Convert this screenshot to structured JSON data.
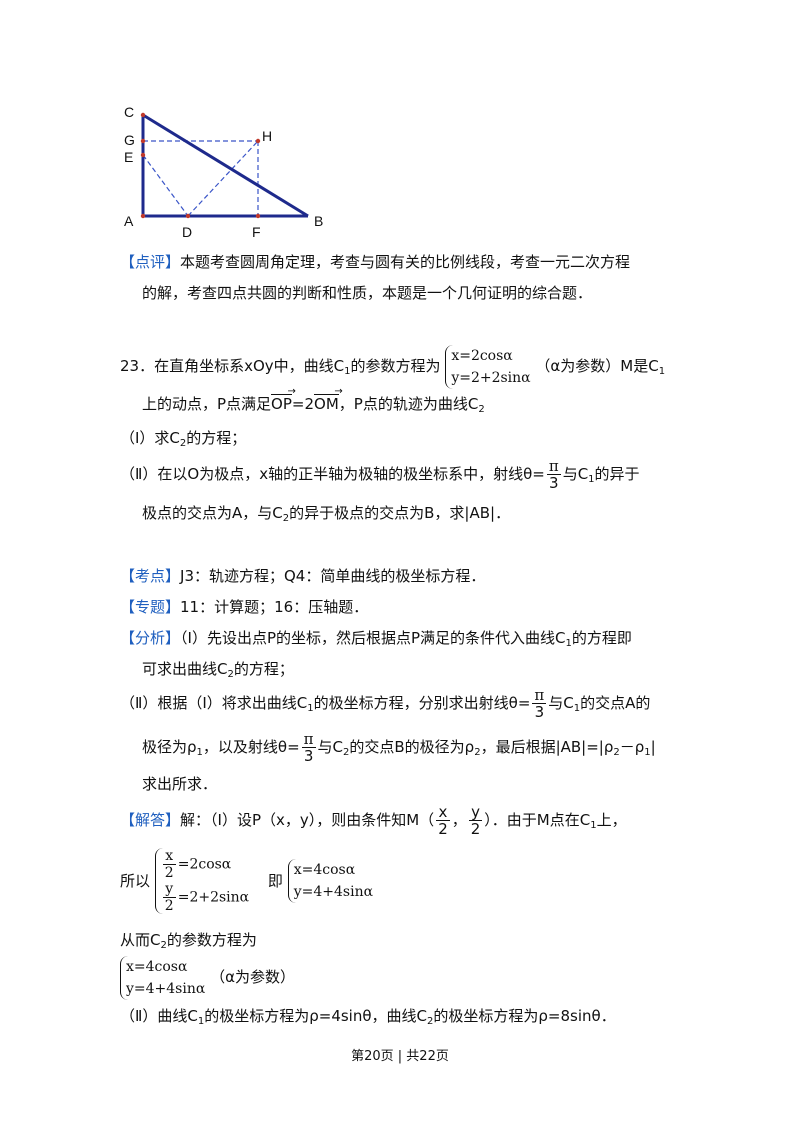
{
  "diagram": {
    "labels": {
      "C": "C",
      "G": "G",
      "E": "E",
      "A": "A",
      "D": "D",
      "F": "F",
      "B": "B",
      "H": "H"
    },
    "line_color": "#1e2a8c",
    "dashed_color": "#3a55c8",
    "point_color": "#c0392b"
  },
  "review": {
    "tag": "【点评】",
    "line1": "本题考查圆周角定理，考查与圆有关的比例线段，考查一元二次方程",
    "line2": "的解，考查四点共圆的判断和性质，本题是一个几何证明的综合题．"
  },
  "q23": {
    "number": "23．",
    "intro": "在直角坐标系xOy中，曲线C",
    "intro_sub": "1",
    "intro2": "的参数方程为",
    "eq1": "x=2cosα",
    "eq2": "y=2+2sinα",
    "after_eq": "（α为参数）M是C",
    "after_eq_sub": "1",
    "line2a": "上的动点，P点满足",
    "vec_op": "OP",
    "eq_sign": "=2",
    "vec_om": "OM",
    "line2b": "，P点的轨迹为曲线C",
    "line2b_sub": "2",
    "part1": "（Ⅰ）求C",
    "part1_sub": "2",
    "part1b": "的方程；",
    "part2a": "（Ⅱ）在以O为极点，x轴的正半轴为极轴的极坐标系中，射线θ=",
    "pi": "π",
    "three": "3",
    "part2b": "与C",
    "part2b_sub": "1",
    "part2c": "的异于",
    "part2d": "极点的交点为A，与C",
    "part2d_sub": "2",
    "part2e": "的异于极点的交点为B，求|AB|．"
  },
  "kaodian": {
    "tag": "【考点】",
    "text": "J3：轨迹方程；Q4：简单曲线的极坐标方程．"
  },
  "zhuanti": {
    "tag": "【专题】",
    "text": "11：计算题；16：压轴题．"
  },
  "fenxi": {
    "tag": "【分析】",
    "l1a": "（Ⅰ）先设出点P的坐标，然后根据点P满足的条件代入曲线C",
    "l1_sub": "1",
    "l1b": "的方程即",
    "l2a": "可求出曲线C",
    "l2_sub": "2",
    "l2b": "的方程；",
    "l3a": "（Ⅱ）根据（Ⅰ）将求出曲线C",
    "l3_sub": "1",
    "l3b": "的极坐标方程，分别求出射线θ=",
    "l3c": "与C",
    "l3c_sub": "1",
    "l3d": "的交点A的",
    "l4a": "极径为ρ",
    "l4a_sub": "1",
    "l4b": "，以及射线θ=",
    "l4c": "与C",
    "l4c_sub": "2",
    "l4d": "的交点B的极径为ρ",
    "l4d_sub": "2",
    "l4e": "，最后根据|AB|=|ρ",
    "l4e_sub": "2",
    "l4f": "－ρ",
    "l4f_sub": "1",
    "l4g": "|",
    "l5": "求出所求．"
  },
  "jieda": {
    "tag": "【解答】",
    "l1a": "解：（Ⅰ）设P（x，y），则由条件知M（",
    "x": "x",
    "y": "y",
    "two": "2",
    "comma": "，",
    "l1b": "）．由于M点在C",
    "l1_sub": "1",
    "l1c": "上，",
    "suoyi": "所以",
    "s1": "=2cosα",
    "s2": "=2+2sinα",
    "ji": "即",
    "t1": "x=4cosα",
    "t2": "y=4+4sinα",
    "l3a": "从而C",
    "l3_sub": "2",
    "l3b": "的参数方程为",
    "p1": "x=4cosα",
    "p2": "y=4+4sinα",
    "param": "（α为参数）",
    "l5a": "（Ⅱ）曲线C",
    "l5_sub1": "1",
    "l5b": "的极坐标方程为ρ=4sinθ，曲线C",
    "l5_sub2": "2",
    "l5c": "的极坐标方程为ρ=8sinθ．"
  },
  "footer": {
    "text": "第20页 | 共22页"
  }
}
